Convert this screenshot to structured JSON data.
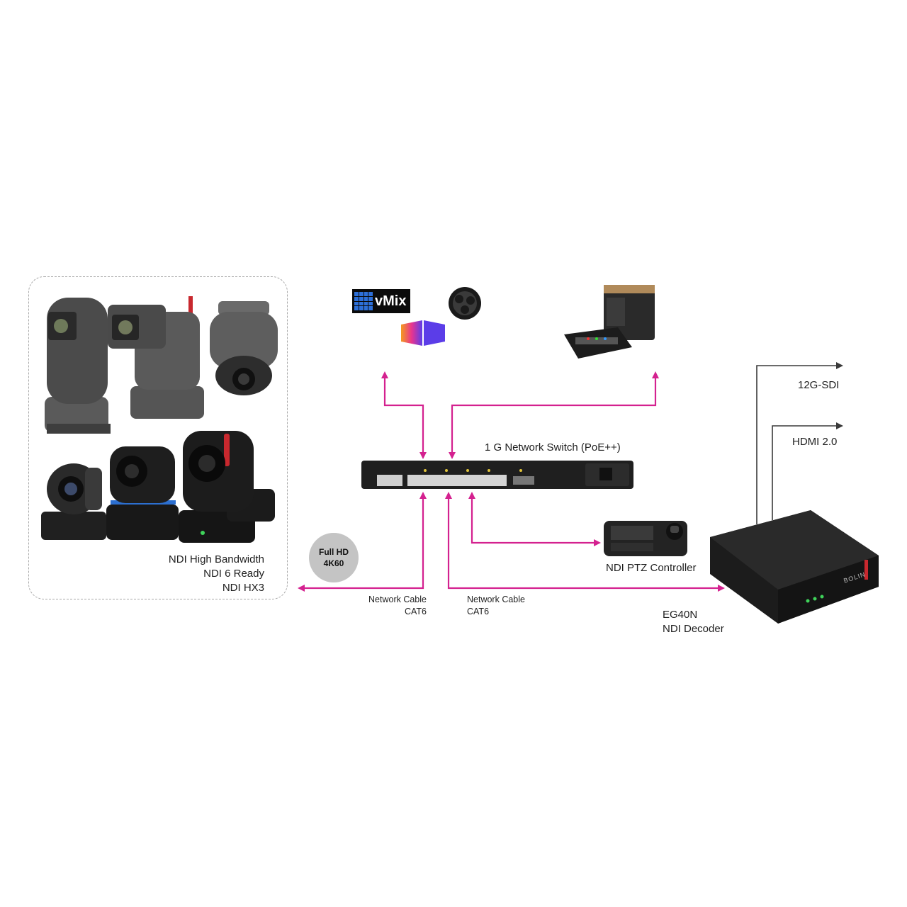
{
  "cameras": {
    "labels": [
      "NDI High Bandwidth",
      "NDI 6 Ready",
      "NDI HX3"
    ]
  },
  "software_panel": {
    "vmix_label": "vMix",
    "icons": [
      "vmix-icon",
      "obs-icon",
      "ndi-studio-icon",
      "tricaster-icon"
    ]
  },
  "switch": {
    "label": "1 G Network Switch (PoE++)"
  },
  "badge": {
    "line1": "Full HD",
    "line2": "4K60"
  },
  "cable_left": {
    "line1": "Network Cable",
    "line2": "CAT6"
  },
  "cable_right": {
    "line1": "Network Cable",
    "line2": "CAT6"
  },
  "controller": {
    "label": "NDI PTZ Controller"
  },
  "decoder": {
    "line1": "EG40N",
    "line2": "NDI Decoder",
    "brand": "BOLIN"
  },
  "outputs": {
    "sdi": "12G-SDI",
    "hdmi": "HDMI 2.0"
  },
  "colors": {
    "connector": "#d4218f",
    "panel": "#bdbdbd",
    "device": "#1c1c1c",
    "accent_red": "#c8282e"
  }
}
